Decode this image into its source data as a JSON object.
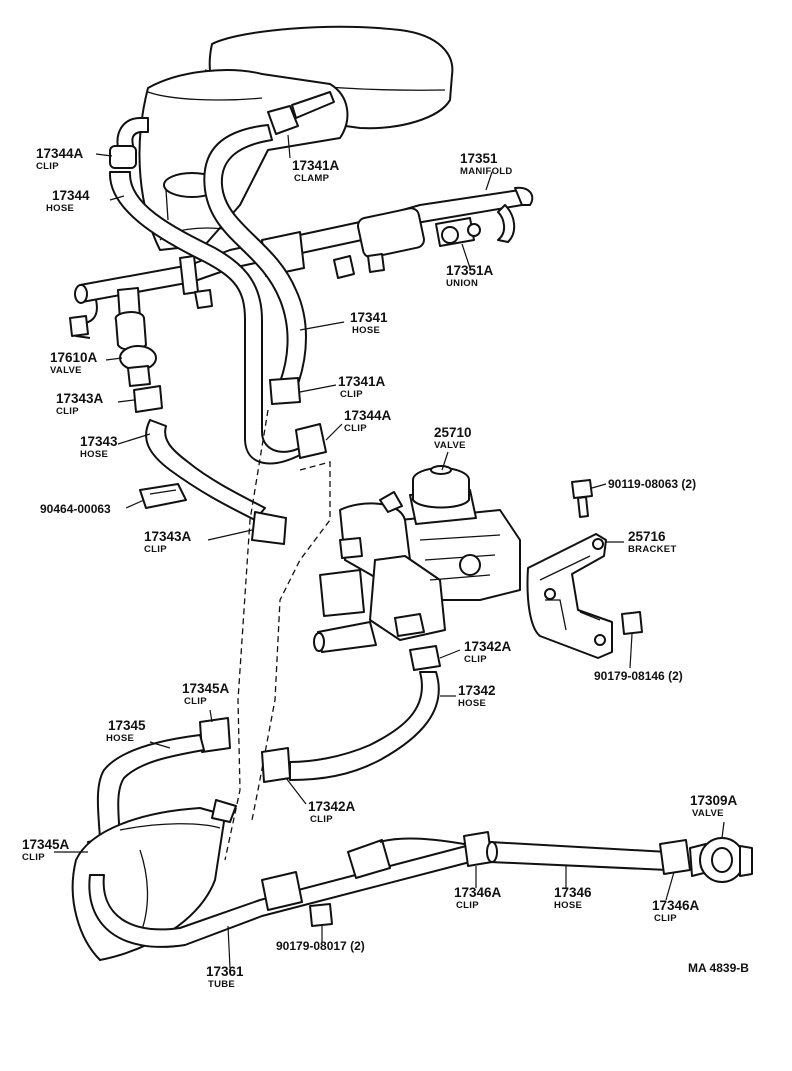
{
  "labels": {
    "l17344A": {
      "num": "17344A",
      "name": "CLIP"
    },
    "l17344": {
      "num": "17344",
      "name": "HOSE"
    },
    "l17341A1": {
      "num": "17341A",
      "name": "CLAMP"
    },
    "l17351": {
      "num": "17351",
      "name": "MANIFOLD"
    },
    "l17351A": {
      "num": "17351A",
      "name": "UNION"
    },
    "l17341": {
      "num": "17341",
      "name": "HOSE"
    },
    "l17610A": {
      "num": "17610A",
      "name": "VALVE"
    },
    "l17341A2": {
      "num": "17341A",
      "name": "CLIP"
    },
    "l17343A1": {
      "num": "17343A",
      "name": "CLIP"
    },
    "l17344A2": {
      "num": "17344A",
      "name": "CLIP"
    },
    "l17343": {
      "num": "17343",
      "name": "HOSE"
    },
    "l25710": {
      "num": "25710",
      "name": "VALVE"
    },
    "l90464": {
      "num": "90464-00063",
      "name": ""
    },
    "l90119": {
      "num": "90119-08063 (2)",
      "name": ""
    },
    "l17343A2": {
      "num": "17343A",
      "name": "CLIP"
    },
    "l25716": {
      "num": "25716",
      "name": "BRACKET"
    },
    "l17342A1": {
      "num": "17342A",
      "name": "CLIP"
    },
    "l90179a": {
      "num": "90179-08146 (2)",
      "name": ""
    },
    "l17342": {
      "num": "17342",
      "name": "HOSE"
    },
    "l17345A1": {
      "num": "17345A",
      "name": "CLIP"
    },
    "l17345": {
      "num": "17345",
      "name": "HOSE"
    },
    "l17342A2": {
      "num": "17342A",
      "name": "CLIP"
    },
    "l17309A": {
      "num": "17309A",
      "name": "VALVE"
    },
    "l17345A2": {
      "num": "17345A",
      "name": "CLIP"
    },
    "l17346A1": {
      "num": "17346A",
      "name": "CLIP"
    },
    "l17346": {
      "num": "17346",
      "name": "HOSE"
    },
    "l17346A2": {
      "num": "17346A",
      "name": "CLIP"
    },
    "l90179b": {
      "num": "90179-08017 (2)",
      "name": ""
    },
    "l17361": {
      "num": "17361",
      "name": "TUBE"
    }
  },
  "reference": "MA  4839-B"
}
